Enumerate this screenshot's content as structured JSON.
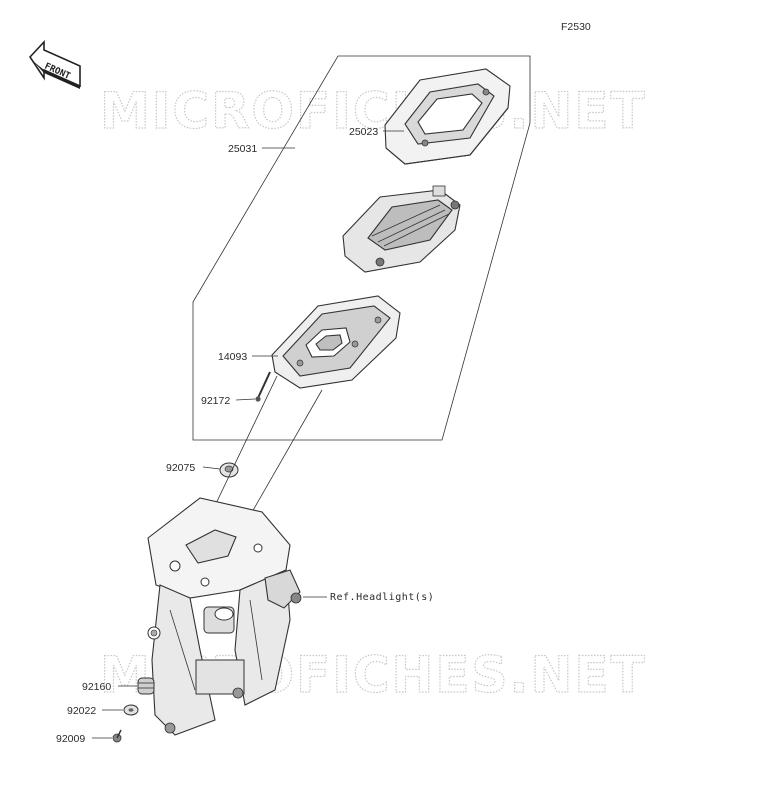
{
  "diagram": {
    "figure_code": "F2530",
    "front_label": "FRONT",
    "watermark": "MICROFICHES.NET",
    "callouts": [
      {
        "id": "25023",
        "label": "25023"
      },
      {
        "id": "25031",
        "label": "25031"
      },
      {
        "id": "14093",
        "label": "14093"
      },
      {
        "id": "92172",
        "label": "92172"
      },
      {
        "id": "92075",
        "label": "92075"
      },
      {
        "id": "ref-headlight",
        "label": "Ref.Headlight(s)"
      },
      {
        "id": "92160",
        "label": "92160"
      },
      {
        "id": "92022",
        "label": "92022"
      },
      {
        "id": "92009",
        "label": "92009"
      }
    ]
  }
}
